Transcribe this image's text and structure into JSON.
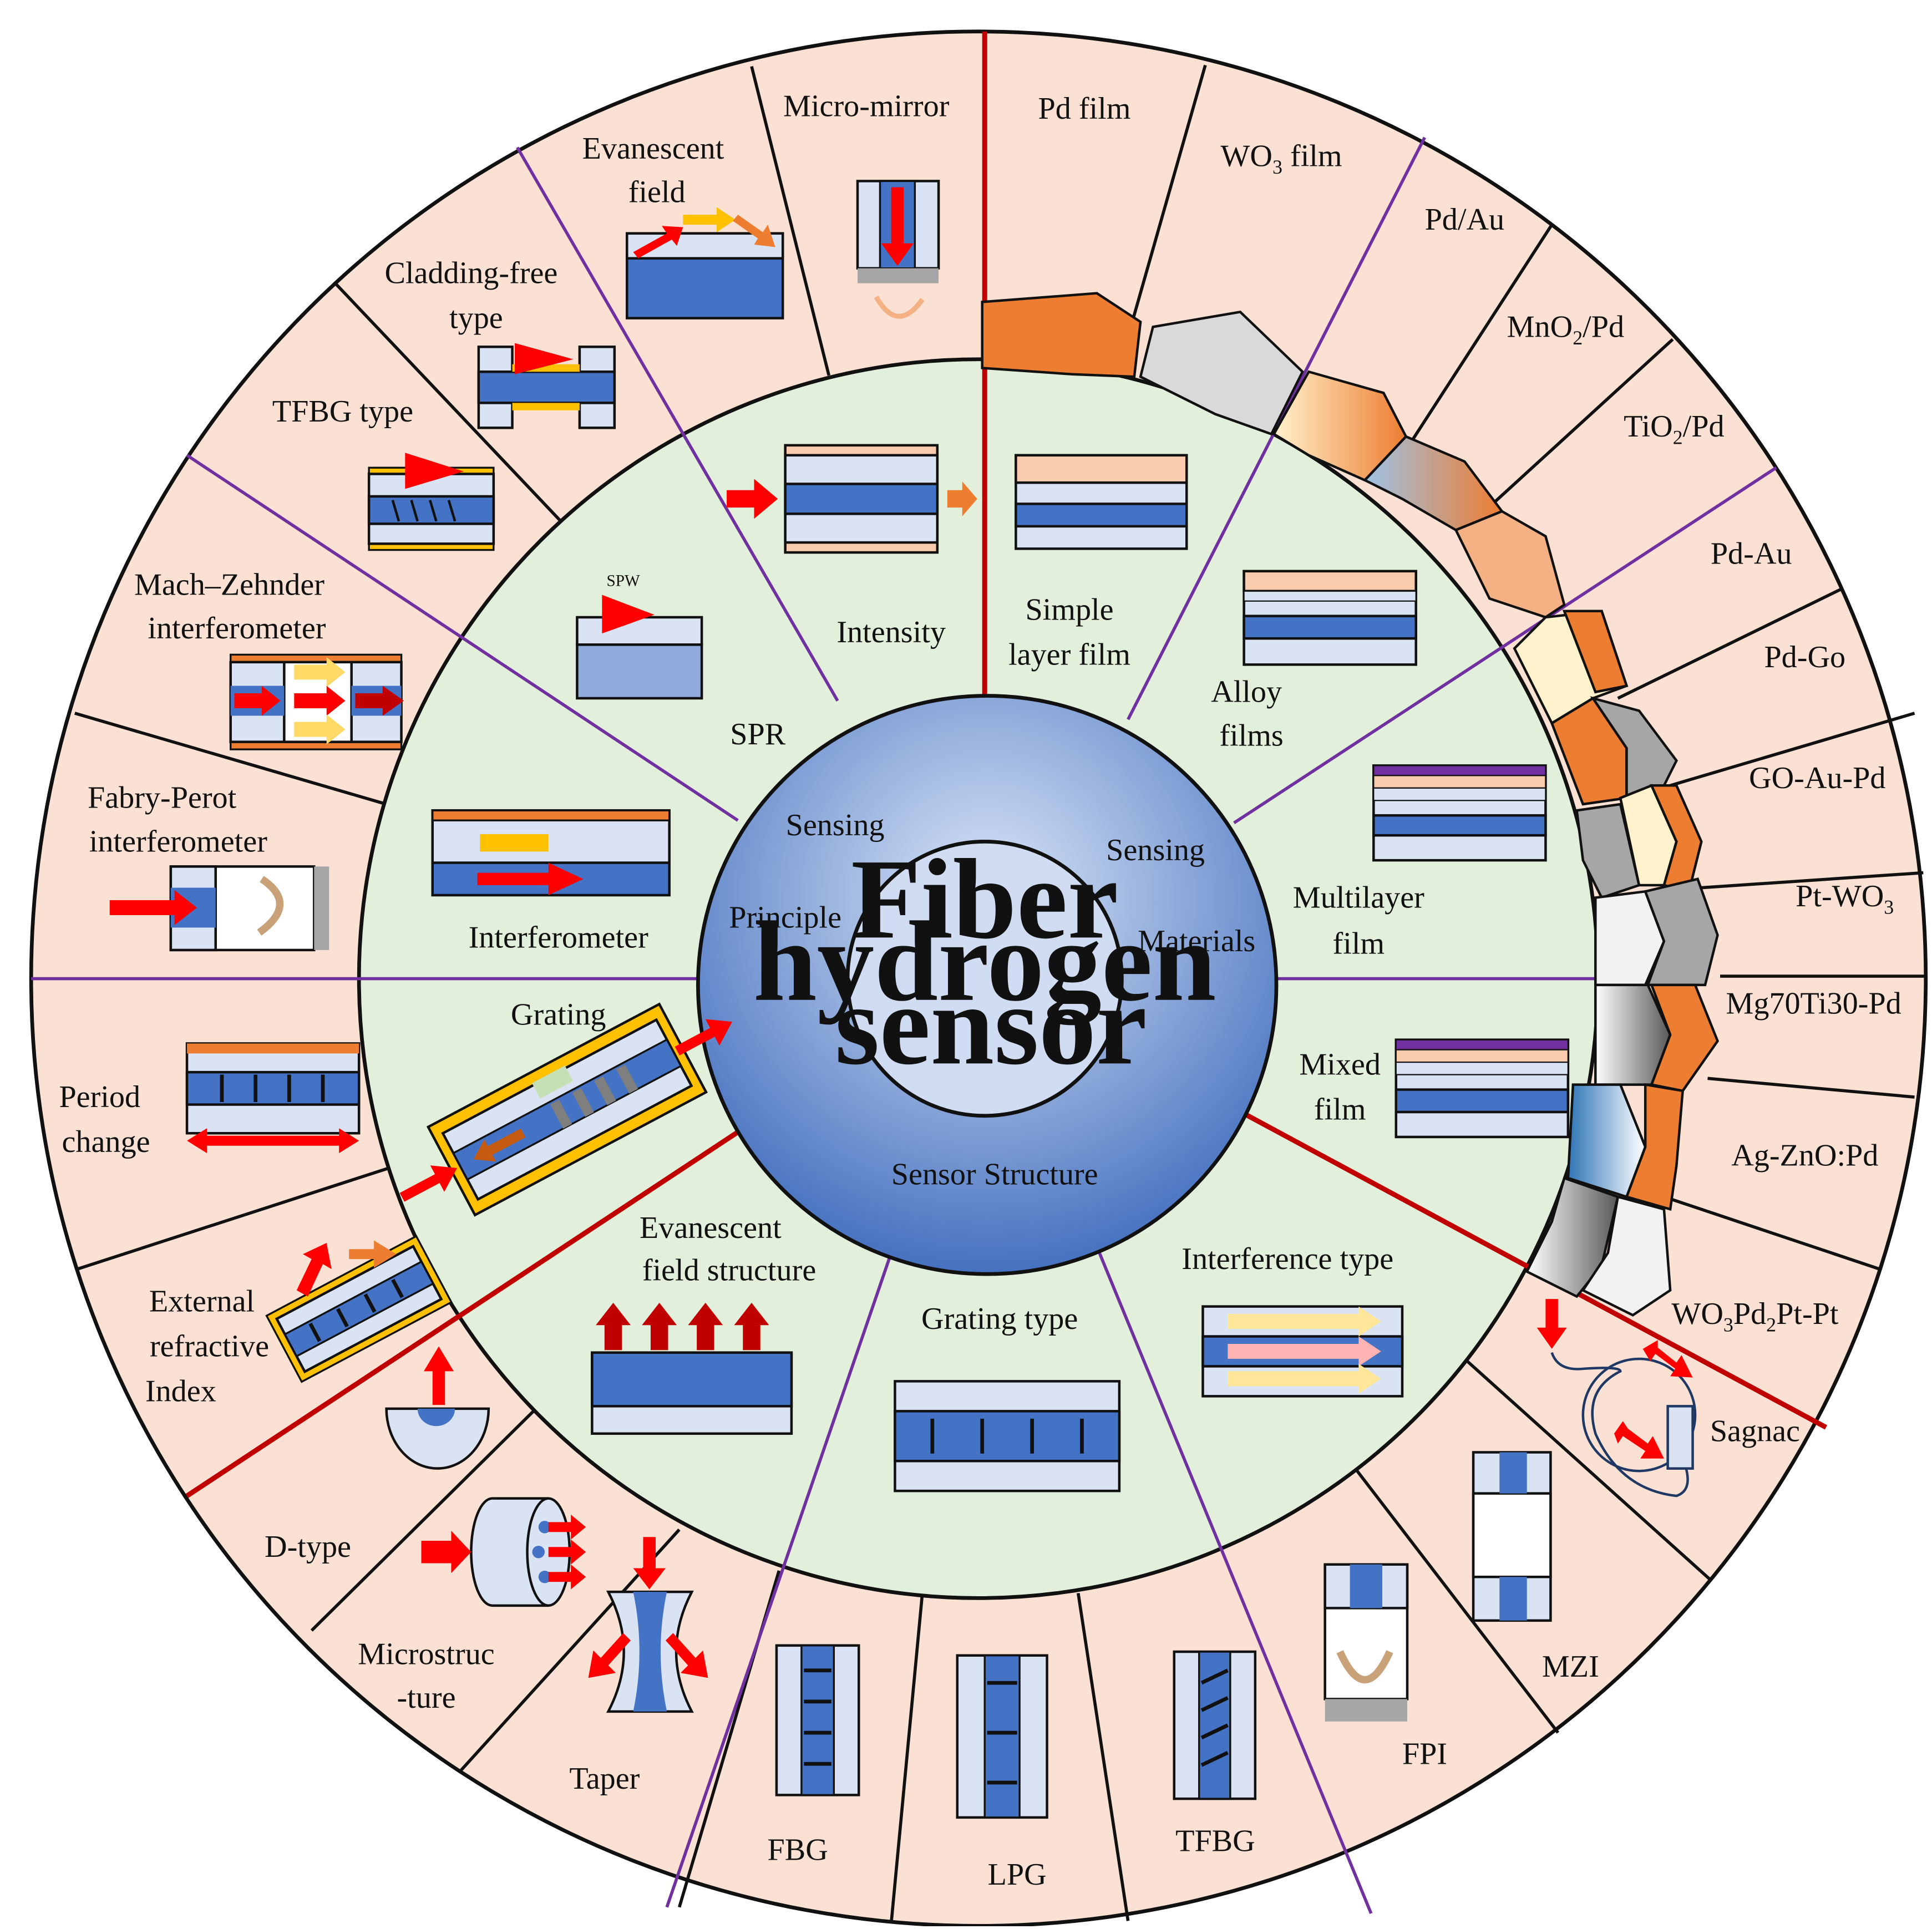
{
  "center": {
    "lines": [
      "Fiber",
      "hydrogen",
      "sensor"
    ]
  },
  "hub": {
    "principle": [
      "Sensing",
      "Principle"
    ],
    "materials": [
      "Sensing",
      "Materials"
    ],
    "structure": "Sensor Structure"
  },
  "inner_ring": {
    "principle": {
      "intensity": "Intensity",
      "spr": "SPR",
      "spw": "SPW",
      "interferometer": "Interferometer",
      "grating": "Grating"
    },
    "materials": {
      "simple": [
        "Simple",
        "layer film"
      ],
      "alloy": [
        "Alloy",
        "films"
      ],
      "multilayer": [
        "Multilayer",
        "film"
      ],
      "mixed": [
        "Mixed",
        "film"
      ]
    },
    "structure": {
      "evanescent": [
        "Evanescent",
        "field structure"
      ],
      "grating": "Grating type",
      "interference": "Interference type"
    }
  },
  "outer_ring": {
    "intensity": {
      "micro_mirror": "Micro-mirror",
      "evanescent": [
        "Evanescent",
        "field"
      ],
      "cladding_free": [
        "Cladding-free",
        "type"
      ]
    },
    "spr": {
      "tfbg": "TFBG type",
      "mzi": [
        "Mach–Zehnder",
        "interferometer"
      ]
    },
    "interferometer": {
      "fpi": [
        "Fabry-Perot",
        "interferometer"
      ]
    },
    "grating": {
      "period": [
        "Period",
        "change"
      ],
      "external": [
        "External",
        "refractive",
        "Index"
      ]
    },
    "evanescent": {
      "dtype": "D-type",
      "micro": [
        "Microstruc",
        "-ture"
      ],
      "taper": "Taper"
    },
    "grating_type": {
      "fbg": "FBG",
      "lpg": "LPG",
      "tfbg": "TFBG"
    },
    "interference_type": {
      "fpi": "FPI",
      "mzi": "MZI",
      "sagnac": "Sagnac"
    },
    "materials": {
      "pd": "Pd film",
      "wo3": {
        "main": "WO",
        "sub": "3",
        "tail": " film"
      },
      "pdau": "Pd/Au",
      "mno2": {
        "main": "MnO",
        "sub": "2",
        "tail": "/Pd"
      },
      "tio2": {
        "main": "TiO",
        "sub": "2",
        "tail": "/Pd"
      },
      "pd_au": "Pd-Au",
      "pd_go": "Pd-Go",
      "go_au_pd": "GO-Au-Pd",
      "pt_wo3": {
        "main": "Pt-WO",
        "sub": "3",
        "tail": ""
      },
      "mg70": "Mg70Ti30-Pd",
      "ag_zno": "Ag-ZnO:Pd",
      "wo3_pd": {
        "a": "WO",
        "s1": "3",
        "b": "Pd",
        "s2": "2",
        "c": "Pt-Pt"
      }
    }
  },
  "colors": {
    "outer_fill": "#fbe1d3",
    "inner_fill": "#e2efda",
    "hub_dark": "#3b6dbf",
    "hub_light": "#c9d8f1",
    "fiber_core": "#4472c4",
    "fiber_clad": "#dae3f3",
    "arrow_red": "#ff0000",
    "film_orange": "#ed7d31",
    "section_red": "#c00000",
    "divider_purple": "#7030a0"
  }
}
